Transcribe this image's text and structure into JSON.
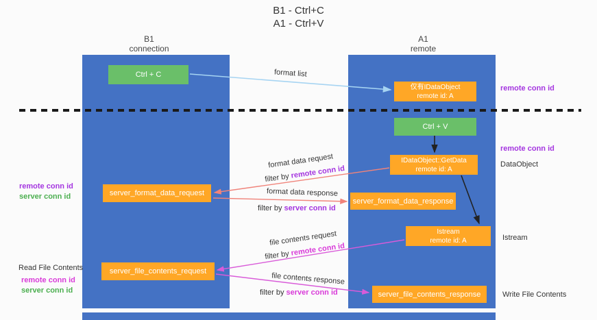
{
  "title": {
    "line1": "B1 - Ctrl+C",
    "line2": "A1 - Ctrl+V"
  },
  "lanes": {
    "left": {
      "name": "B1",
      "role": "connection"
    },
    "right": {
      "name": "A1",
      "role": "remote"
    }
  },
  "nodes": {
    "ctrl_c": {
      "label": "Ctrl + C"
    },
    "ctrl_v": {
      "label": "Ctrl + V"
    },
    "idataobject": {
      "line1": "仅有IDataObject",
      "line2": "remote id: A"
    },
    "getdata": {
      "line1": "IDataObject::GetData",
      "line2": "remote id: A"
    },
    "istream": {
      "line1": "Istream",
      "line2": "remote id: A"
    },
    "format_request": {
      "label": "server_format_data_request"
    },
    "format_response": {
      "label": "server_format_data_response"
    },
    "file_request": {
      "label": "server_file_contents_request"
    },
    "file_response": {
      "label": "server_file_contents_response"
    }
  },
  "annotations": {
    "right_remote_conn_id_top": "remote conn id",
    "right_remote_conn_id_mid": "remote conn id",
    "right_dataobject": "DataObject",
    "right_istream": "Istream",
    "right_write_file": "Write File Contents",
    "left_remote_conn_id_top": "remote conn id",
    "left_server_conn_id_top": "server conn id",
    "left_read_file": "Read File Contents",
    "left_remote_conn_id_bottom": "remote conn id",
    "left_server_conn_id_bottom": "server conn id"
  },
  "arrows": {
    "format_list": "format list",
    "format_data_request": "format data request",
    "format_data_response": "format data response",
    "file_contents_request": "file contents request",
    "file_contents_response": "file contents response",
    "filter_by": "filter by",
    "remote_conn_id": "remote conn id",
    "server_conn_id": "server conn id"
  },
  "colors": {
    "lane_blue": "#4472C4",
    "node_green": "#6ABF69",
    "node_orange": "#FFA726",
    "purple_text": "#A435E0",
    "magenta_text": "#D93BD9",
    "green_text": "#4CAF50",
    "arrow_blue": "#A6D4F2",
    "arrow_salmon": "#F0837A",
    "arrow_magenta": "#D95BD9",
    "arrow_black": "#222222"
  }
}
